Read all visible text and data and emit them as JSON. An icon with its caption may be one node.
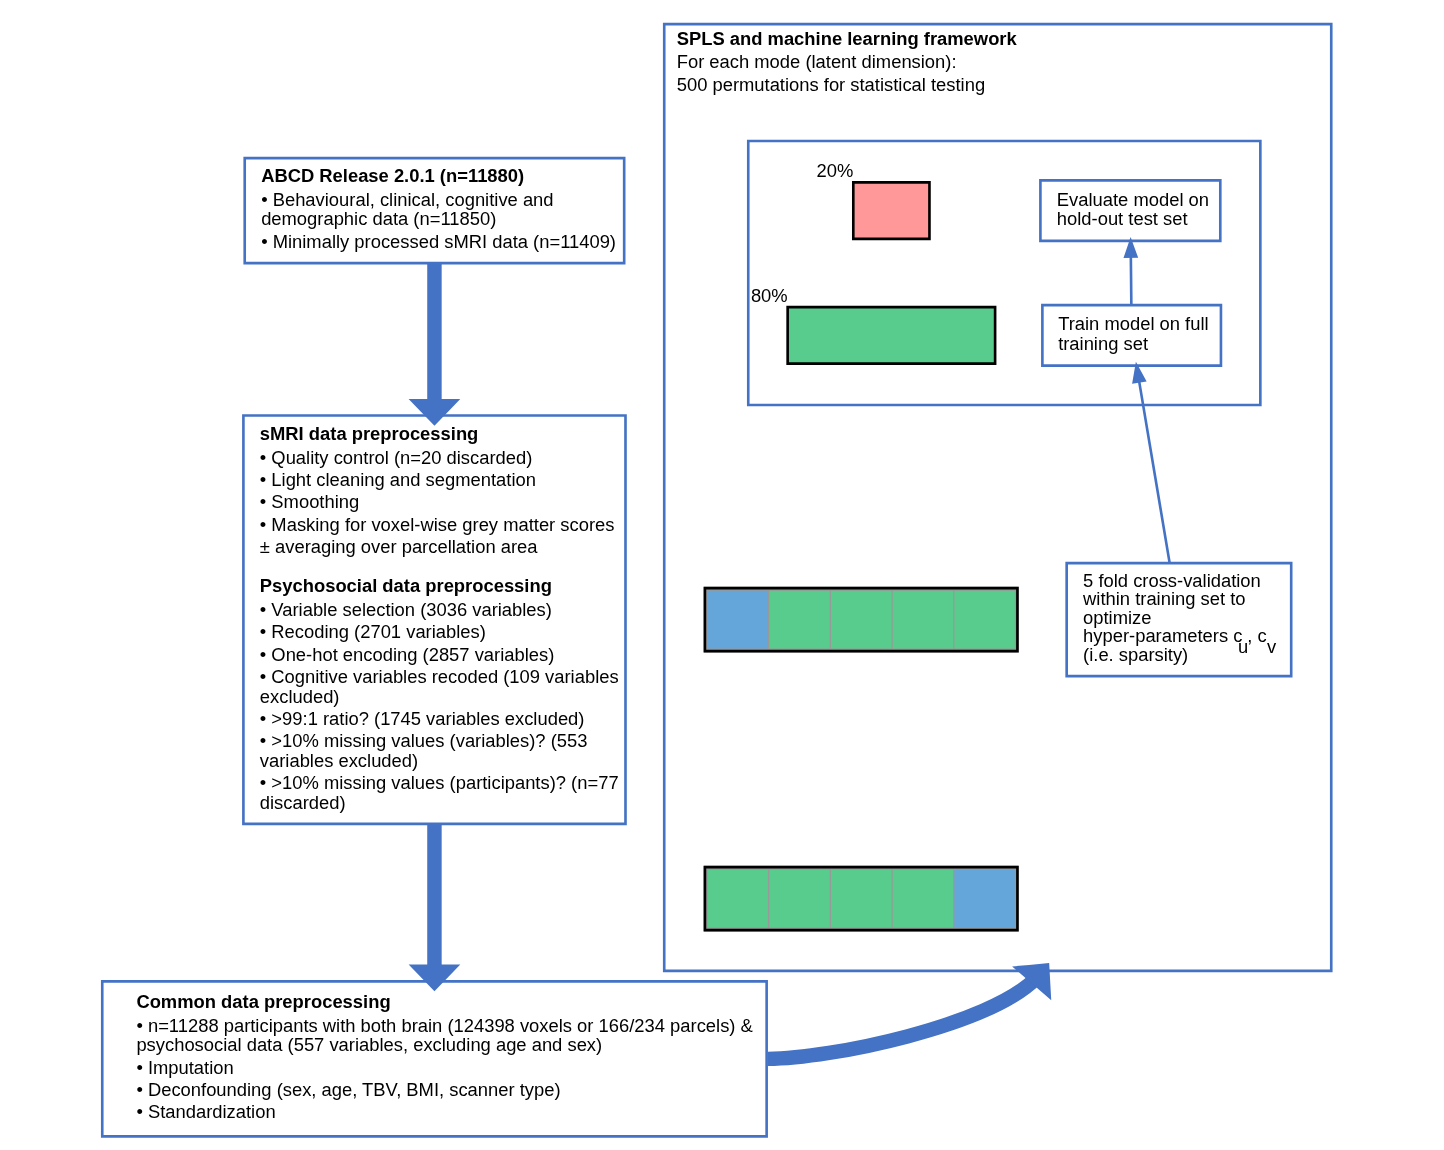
{
  "diagram": {
    "nodes": [
      {
        "text": [
          "ABCD Release 2.0.1 (n=11880)",
          "• Behavioural, clinical, cognitive and demographic data (n=11850)",
          "• Minimally processed sMRI data (n=11409)"
        ]
      },
      {
        "text": [
          "sMRI data preprocessing",
          "• Quality control (n=20 discarded)",
          "• Light cleaning and segmentation",
          "• Smoothing",
          "• Masking for voxel-wise grey matter scores",
          "± averaging over parcellation area",
          "Psychosocial data preprocessing",
          "• Variable selection (3036 variables)",
          "• Recoding (2701 variables)",
          "• One-hot encoding (2857 variables)",
          "• Cognitive variables recoded (109 variables excluded)",
          "• >99:1 ratio? (1745 variables excluded)",
          "• >10% missing values (variables)? (553 variables excluded)",
          "• >10% missing values (participants)? (n=77 discarded)"
        ]
      },
      {
        "text": [
          "Common data preprocessing",
          "• n=11288 participants with both brain (124398 voxels or 166/234 parcels) & psychosocial data (557 variables, excluding age and sex)",
          "• Imputation",
          "• Deconfounding (sex, age, TBV, BMI, scanner type)",
          "• Standardization"
        ]
      },
      {
        "text": [
          "SPLS and machine learning framework",
          "For each mode (latent dimension):",
          "500 permutations for statistical testing"
        ]
      },
      {
        "text": [],
        "shape": "box",
        "in": 3
      },
      {
        "text": [],
        "shape": "box",
        "in": 4,
        "beside": [
          "20%"
        ]
      },
      {
        "text": [
          "Evaluate model on hold-out test set"
        ],
        "in": 4
      },
      {
        "text": [],
        "shape": "bar",
        "in": 4,
        "beside": [
          "80%"
        ]
      },
      {
        "text": [
          "Train model on full training set"
        ],
        "in": 4
      },
      {
        "text": [],
        "shape": "bar",
        "in": 3
      },
      {
        "text": [],
        "shape": "bar",
        "in": 3
      },
      {
        "text": [
          "5 fold cross-validation within training set to optimize hyper-parameters c$_{u}$, c$_{v}$ (i.e. sparsity)"
        ],
        "in": 3
      }
    ],
    "edges": [
      {
        "from": 0,
        "to": 1,
        "arrow": "to"
      },
      {
        "from": 1,
        "to": 2,
        "arrow": "to"
      },
      {
        "from": 2,
        "to": 3,
        "arrow": "to"
      },
      {
        "from": 8,
        "to": 6,
        "arrow": "to"
      },
      {
        "from": 11,
        "to": 8,
        "arrow": "to"
      }
    ]
  }
}
